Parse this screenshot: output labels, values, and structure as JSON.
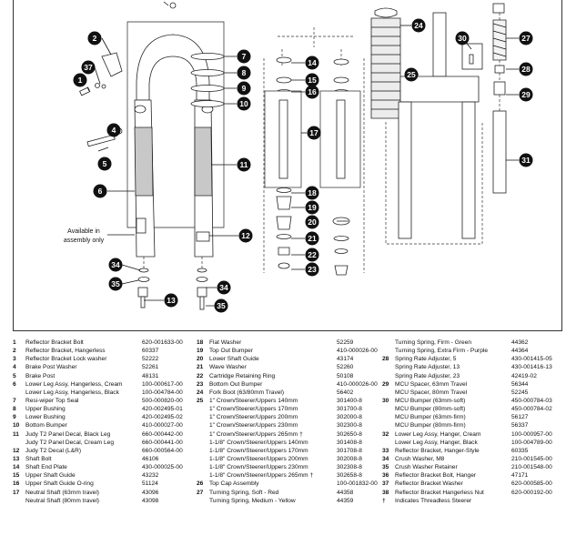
{
  "diagram": {
    "note": [
      "Available in",
      "assembly only"
    ],
    "callouts": [
      {
        "id": "c7",
        "label": "7"
      },
      {
        "id": "c8",
        "label": "8"
      },
      {
        "id": "c9",
        "label": "9"
      },
      {
        "id": "c10",
        "label": "10"
      },
      {
        "id": "c11",
        "label": "11"
      },
      {
        "id": "c12",
        "label": "12"
      },
      {
        "id": "c2",
        "label": "2"
      },
      {
        "id": "c37",
        "label": "37"
      },
      {
        "id": "c1",
        "label": "1"
      },
      {
        "id": "c4",
        "label": "4"
      },
      {
        "id": "c5",
        "label": "5"
      },
      {
        "id": "c6",
        "label": "6"
      },
      {
        "id": "c34a",
        "label": "34"
      },
      {
        "id": "c35a",
        "label": "35"
      },
      {
        "id": "c13",
        "label": "13"
      },
      {
        "id": "c34b",
        "label": "34"
      },
      {
        "id": "c35b",
        "label": "35"
      },
      {
        "id": "c14",
        "label": "14"
      },
      {
        "id": "c15",
        "label": "15"
      },
      {
        "id": "c16",
        "label": "16"
      },
      {
        "id": "c17",
        "label": "17"
      },
      {
        "id": "c18",
        "label": "18"
      },
      {
        "id": "c19",
        "label": "19"
      },
      {
        "id": "c20",
        "label": "20"
      },
      {
        "id": "c21",
        "label": "21"
      },
      {
        "id": "c22",
        "label": "22"
      },
      {
        "id": "c23",
        "label": "23"
      },
      {
        "id": "c24",
        "label": "24"
      },
      {
        "id": "c25",
        "label": "25"
      },
      {
        "id": "c30",
        "label": "30"
      },
      {
        "id": "c27",
        "label": "27"
      },
      {
        "id": "c28",
        "label": "28"
      },
      {
        "id": "c29",
        "label": "29"
      },
      {
        "id": "c31",
        "label": "31"
      }
    ]
  },
  "parts": {
    "col1": [
      {
        "num": "1",
        "desc": "Reflector Bracket Bolt",
        "pn": "620-001633-00"
      },
      {
        "num": "2",
        "desc": "Reflector Bracket, Hangerless",
        "pn": "60337"
      },
      {
        "num": "3",
        "desc": "Reflector Bracket Lock washer",
        "pn": "52222"
      },
      {
        "num": "4",
        "desc": "Brake Post Washer",
        "pn": "52261"
      },
      {
        "num": "5",
        "desc": "Brake Post",
        "pn": "48131"
      },
      {
        "num": "6",
        "desc": "Lower Leg Assy, Hangerless, Cream",
        "pn": "100-000617-00"
      },
      {
        "num": "",
        "desc": "Lower Leg Assy, Hangerless, Black",
        "pn": "100-004784-00"
      },
      {
        "num": "7",
        "desc": "Resi-wiper Top Seal",
        "pn": "500-000820-00"
      },
      {
        "num": "8",
        "desc": "Upper Bushing",
        "pn": "420-002495-01"
      },
      {
        "num": "9",
        "desc": "Lower Bushing",
        "pn": "420-002495-02"
      },
      {
        "num": "10",
        "desc": "Bottom Bumper",
        "pn": "410-000027-00"
      },
      {
        "num": "11",
        "desc": "Judy T2 Panel Decal, Black Leg",
        "pn": "660-000442-00"
      },
      {
        "num": "",
        "desc": "Judy T2 Panel Decal, Cream Leg",
        "pn": "660-000441-00"
      },
      {
        "num": "12",
        "desc": "Judy T2 Decal (L&R)",
        "pn": "660-000564-00"
      },
      {
        "num": "13",
        "desc": "Shaft Bolt",
        "pn": "46106"
      },
      {
        "num": "14",
        "desc": "Shaft End Plate",
        "pn": "430-000025-00"
      },
      {
        "num": "15",
        "desc": "Upper Shaft Guide",
        "pn": "43232"
      },
      {
        "num": "16",
        "desc": "Upper Shaft Guide O-ring",
        "pn": "51124"
      },
      {
        "num": "17",
        "desc": "Neutral Shaft (63mm travel)",
        "pn": "43096"
      },
      {
        "num": "",
        "desc": "Neutral Shaft (80mm travel)",
        "pn": "43098"
      }
    ],
    "col2": [
      {
        "num": "18",
        "desc": "Flat Washer",
        "pn": "52259"
      },
      {
        "num": "19",
        "desc": "Top Out Bumper",
        "pn": "410-000026-00"
      },
      {
        "num": "20",
        "desc": "Lower Shaft Guide",
        "pn": "43174"
      },
      {
        "num": "21",
        "desc": "Wave Washer",
        "pn": "52260"
      },
      {
        "num": "22",
        "desc": "Cartridge Retaining Ring",
        "pn": "50108"
      },
      {
        "num": "23",
        "desc": "Bottom Out Bumper",
        "pn": "410-000026-00"
      },
      {
        "num": "24",
        "desc": "Fork Boot (63/80mm Travel)",
        "pn": "56402"
      },
      {
        "num": "25",
        "desc": "1\" Crown/Steerer/Uppers 140mm",
        "pn": "301400-8"
      },
      {
        "num": "",
        "desc": "1\" Crown/Steerer/Uppers 170mm",
        "pn": "301700-8"
      },
      {
        "num": "",
        "desc": "1\" Crown/Steerer/Uppers 200mm",
        "pn": "302000-8"
      },
      {
        "num": "",
        "desc": "1\" Crown/Steerer/Uppers 230mm",
        "pn": "302300-8"
      },
      {
        "num": "",
        "desc": "1\" Crown/Steerer/Uppers 265mm †",
        "pn": "302650-8"
      },
      {
        "num": "",
        "desc": "1-1/8\" Crown/Steerer/Uppers 140mm",
        "pn": "301408-8"
      },
      {
        "num": "",
        "desc": "1-1/8\" Crown/Steerer/Uppers 170mm",
        "pn": "301708-8"
      },
      {
        "num": "",
        "desc": "1-1/8\" Crown/Steerer/Uppers 200mm",
        "pn": "302008-8"
      },
      {
        "num": "",
        "desc": "1-1/8\" Crown/Steerer/Uppers 230mm",
        "pn": "302308-8"
      },
      {
        "num": "",
        "desc": "1-1/8\" Crown/Steerer/Uppers 265mm †",
        "pn": "302658-8"
      },
      {
        "num": "26",
        "desc": "Top Cap Assembly",
        "pn": "100-001832-00"
      },
      {
        "num": "27",
        "desc": "Turning Spring, Soft - Red",
        "pn": "44358"
      },
      {
        "num": "",
        "desc": "Turning Spring, Medium - Yellow",
        "pn": "44359"
      }
    ],
    "col3": [
      {
        "num": "",
        "desc": "Turning Spring, Firm - Green",
        "pn": "44362"
      },
      {
        "num": "",
        "desc": "Turning Spring, Extra Firm - Purple",
        "pn": "44364"
      },
      {
        "num": "28",
        "desc": "Spring Rate Adjuster, 5",
        "pn": "430-001415-05"
      },
      {
        "num": "",
        "desc": "Spring Rate Adjuster, 13",
        "pn": "430-001416-13"
      },
      {
        "num": "",
        "desc": "Spring Rate Adjuster, 23",
        "pn": "42419-02"
      },
      {
        "num": "29",
        "desc": "MCU Spacer, 63mm Travel",
        "pn": "56344"
      },
      {
        "num": "",
        "desc": "MCU Spacer, 80mm Travel",
        "pn": "52245"
      },
      {
        "num": "30",
        "desc": "MCU Bumper (63mm-soft)",
        "pn": "450-000784-03"
      },
      {
        "num": "",
        "desc": "MCU Bumper (80mm-soft)",
        "pn": "450-000784-02"
      },
      {
        "num": "",
        "desc": "MCU Bumper (63mm-firm)",
        "pn": "56127"
      },
      {
        "num": "",
        "desc": "MCU Bumper (80mm-firm)",
        "pn": "56337"
      },
      {
        "num": "32",
        "desc": "Lower Leg Assy, Hanger, Cream",
        "pn": "100-000957-00"
      },
      {
        "num": "",
        "desc": "Lower Leg Assy, Hanger, Black",
        "pn": "100-004789-00"
      },
      {
        "num": "33",
        "desc": "Reflector Bracket, Hanger-Style",
        "pn": "60335"
      },
      {
        "num": "34",
        "desc": "Crush Washer, M8",
        "pn": "210-001545-00"
      },
      {
        "num": "35",
        "desc": "Crush Washer Retainer",
        "pn": "210-001548-00"
      },
      {
        "num": "36",
        "desc": "Reflector Bracket Bolt, Hanger",
        "pn": "47171"
      },
      {
        "num": "37",
        "desc": "Reflector Bracket Washer",
        "pn": "620-000585-00"
      },
      {
        "num": "38",
        "desc": "Reflector Bracket Hangerless Nut",
        "pn": "620-000192-00"
      },
      {
        "num": "†",
        "desc": "Indicates Threadless Steerer",
        "pn": ""
      }
    ]
  }
}
